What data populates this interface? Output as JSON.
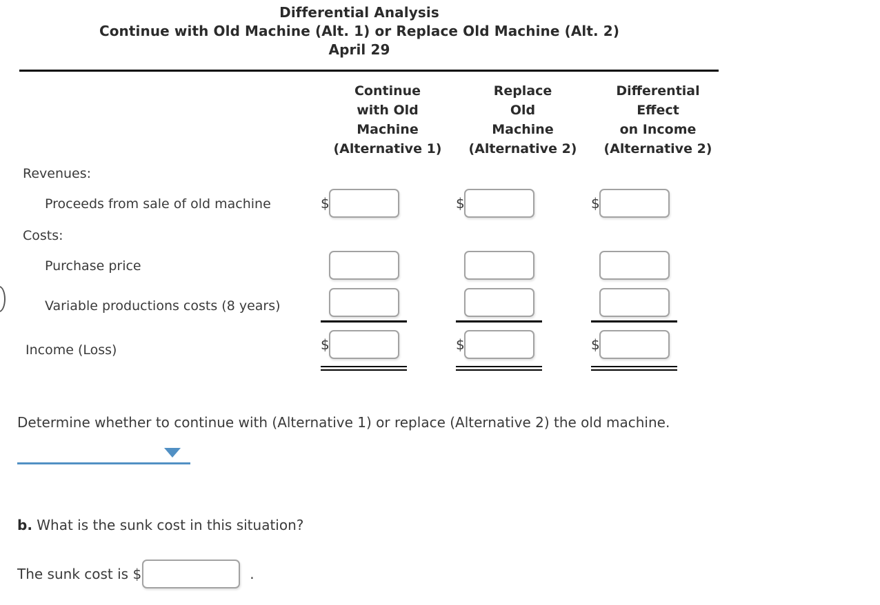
{
  "header": {
    "line1": "Differential Analysis",
    "line2": "Continue with Old Machine (Alt. 1) or Replace Old Machine (Alt. 2)",
    "line3": "April 29"
  },
  "table": {
    "columns": [
      {
        "l1": "Continue",
        "l2": "with Old",
        "l3": "Machine",
        "l4": "(Alternative 1)"
      },
      {
        "l1": "Replace",
        "l2": "Old",
        "l3": "Machine",
        "l4": "(Alternative 2)"
      },
      {
        "l1": "Differential",
        "l2": "Effect",
        "l3": "on Income",
        "l4": "(Alternative 2)"
      }
    ],
    "rows": {
      "revenues_header": "Revenues:",
      "proceeds": "Proceeds from sale of old machine",
      "costs_header": "Costs:",
      "purchase_price": "Purchase price",
      "variable_costs": "Variable productions costs (8 years)",
      "income_loss": "Income (Loss)"
    },
    "currency_symbol": "$",
    "values": {
      "proceeds": [
        "",
        "",
        ""
      ],
      "purchase_price": [
        "",
        "",
        ""
      ],
      "variable_costs": [
        "",
        "",
        ""
      ],
      "income_loss": [
        "",
        "",
        ""
      ]
    }
  },
  "determination": {
    "prompt": "Determine whether to continue with (Alternative 1) or replace (Alternative 2) the old machine.",
    "selected": "",
    "caret_icon": "chevron-down-icon",
    "accent_color": "#5190c4"
  },
  "part_b": {
    "label": "b.",
    "question": " What is the sunk cost in this situation?",
    "answer_prefix": "The sunk cost is $",
    "answer_value": "",
    "answer_suffix": "."
  }
}
